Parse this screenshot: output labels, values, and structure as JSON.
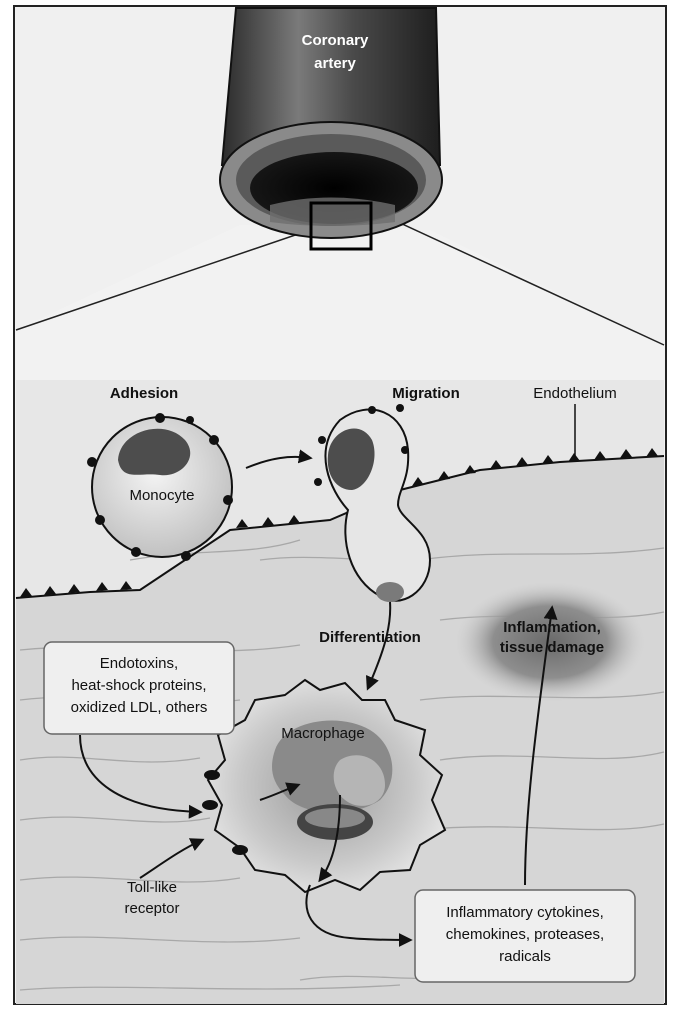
{
  "labels": {
    "coronary_artery": [
      "Coronary",
      "artery"
    ],
    "adhesion": "Adhesion",
    "monocyte": "Monocyte",
    "migration": "Migration",
    "endothelium": "Endothelium",
    "differentiation": "Differentiation",
    "inflammation": [
      "Inflammation,",
      "tissue damage"
    ],
    "macrophage": "Macrophage",
    "toll_like": [
      "Toll-like",
      "receptor"
    ]
  },
  "boxes": {
    "endotoxins": [
      "Endotoxins,",
      "heat-shock proteins,",
      "oxidized LDL, others"
    ],
    "cytokines": [
      "Inflammatory cytokines,",
      "chemokines, proteases,",
      "radicals"
    ]
  },
  "colors": {
    "background": "#f2f2f2",
    "tissue": "#d6d6d6",
    "fiber": "#a8a8a8",
    "artery_dark": "#333333",
    "cell_light": "#e6e6e6",
    "nucleus": "#4d4d4d",
    "text": "#111111"
  }
}
